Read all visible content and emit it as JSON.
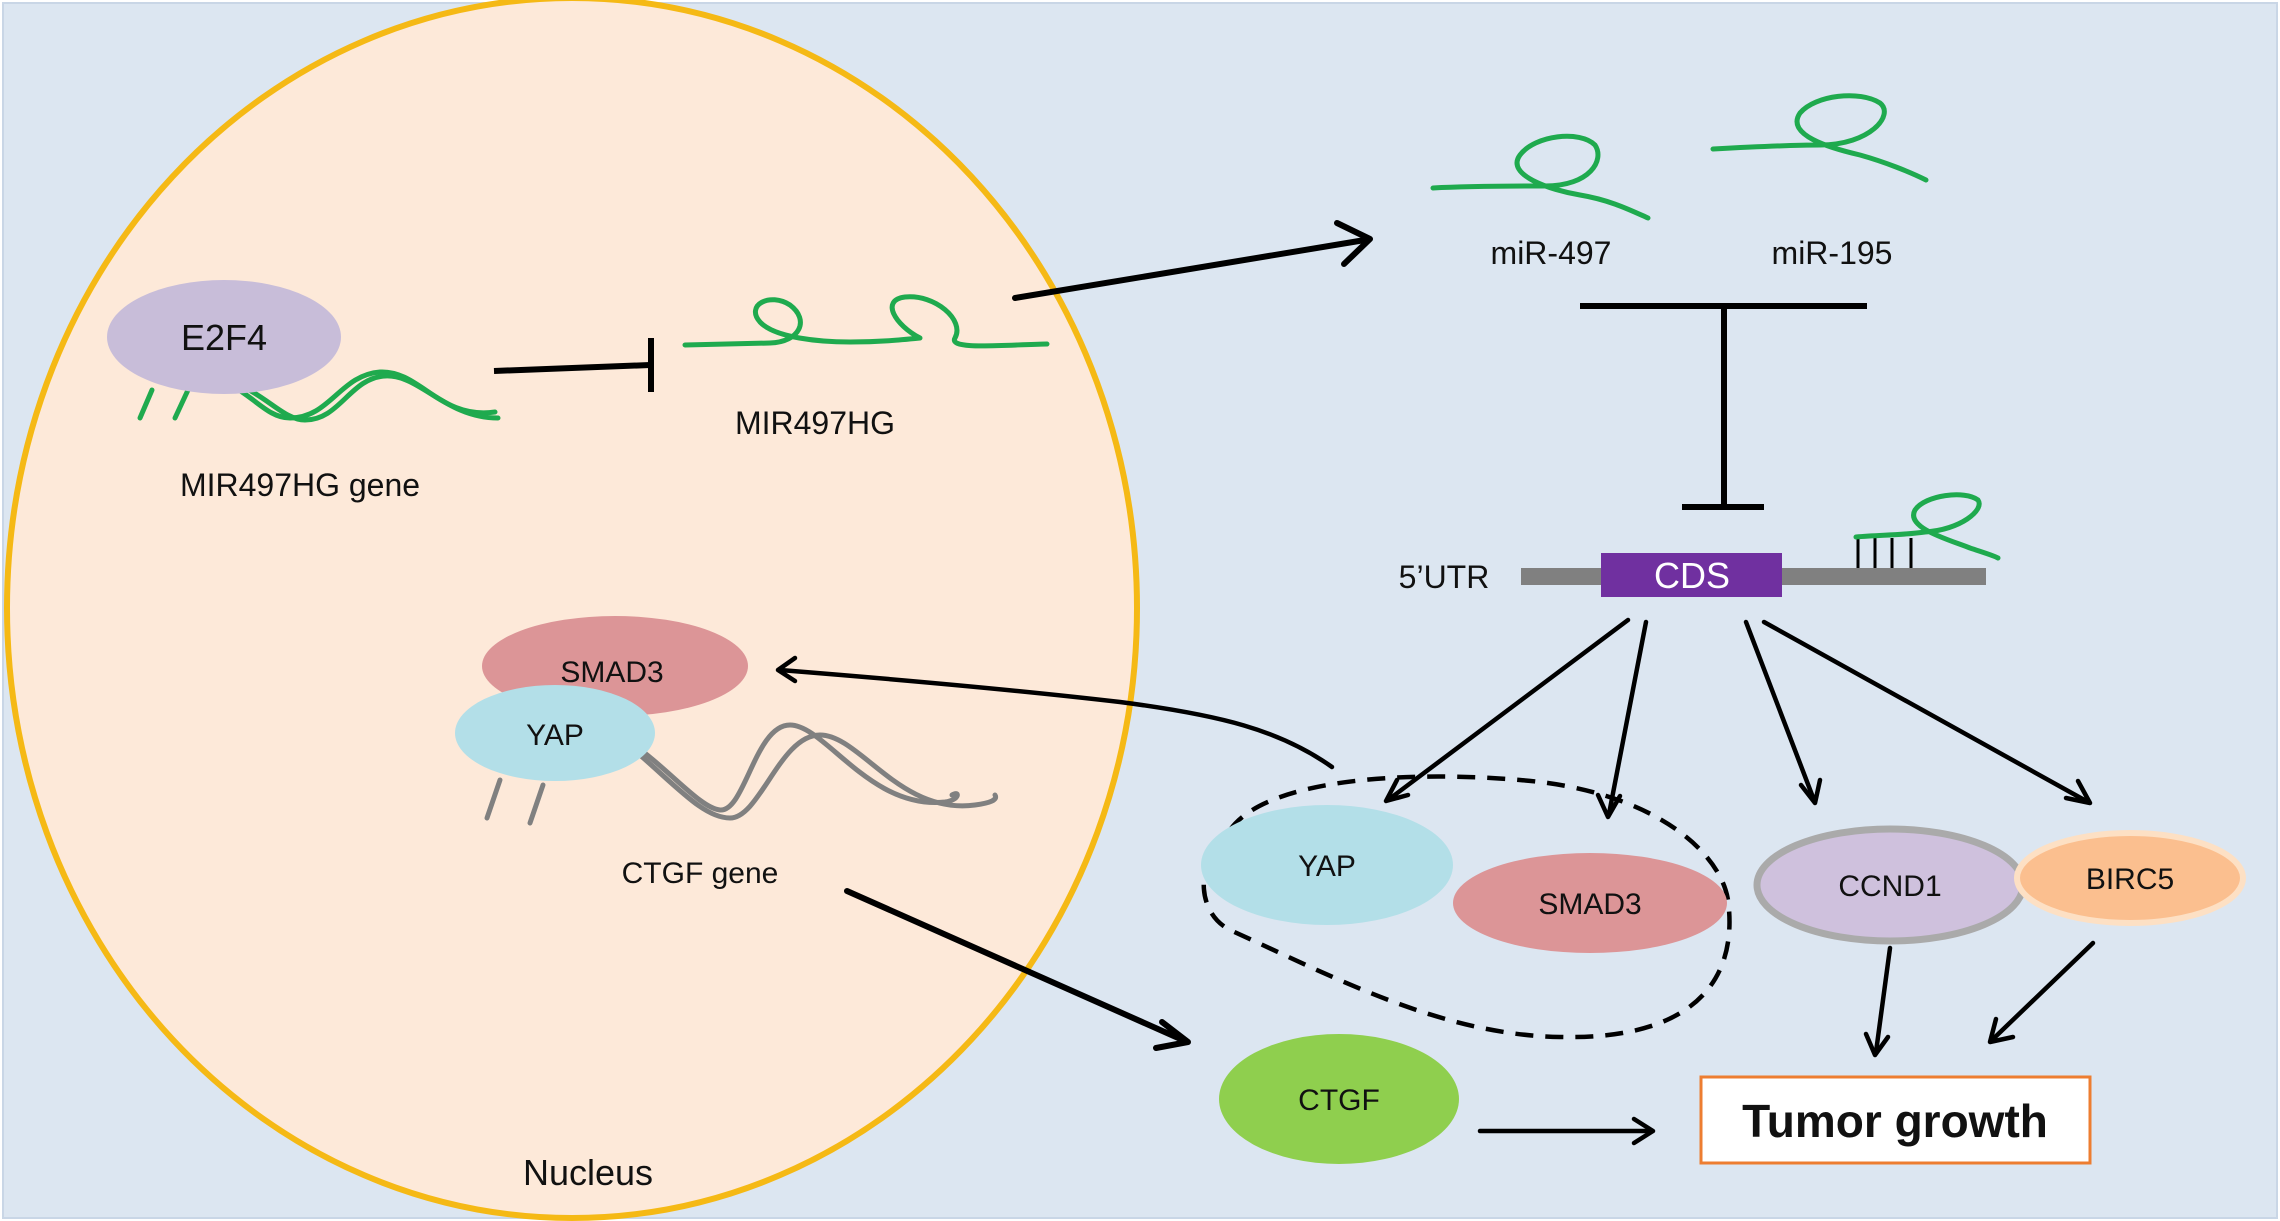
{
  "labels": {
    "e2f4": "E2F4",
    "mir497hg_gene": "MIR497HG gene",
    "mir497hg": "MIR497HG",
    "mir497": "miR-497",
    "mir195": "miR-195",
    "utr5": "5’UTR",
    "cds": "CDS",
    "smad3_nucleus": "SMAD3",
    "yap_nucleus": "YAP",
    "ctgf_gene": "CTGF gene",
    "yap_cyto": "YAP",
    "smad3_cyto": "SMAD3",
    "ccnd1": "CCND1",
    "birc5": "BIRC5",
    "ctgf": "CTGF",
    "tumor_growth": "Tumor growth",
    "nucleus": "Nucleus"
  },
  "colors": {
    "background": "#dce6f1",
    "nucleus_fill": "#fde9d9",
    "nucleus_border": "#f5b915",
    "e2f4": "#c8bdd9",
    "smad3": "#dc9597",
    "yap": "#b3dfe8",
    "ccnd1_fill": "#cfc1dd",
    "ccnd1_border": "#aaaaaa",
    "birc5_fill": "#fbbf8f",
    "birc5_border": "#fde0c4",
    "ctgf": "#8fcf4e",
    "cds": "#7030a0",
    "mrna_line": "#808080",
    "rna_green": "#1faa4e",
    "tumor_box_border": "#ed7d31"
  }
}
